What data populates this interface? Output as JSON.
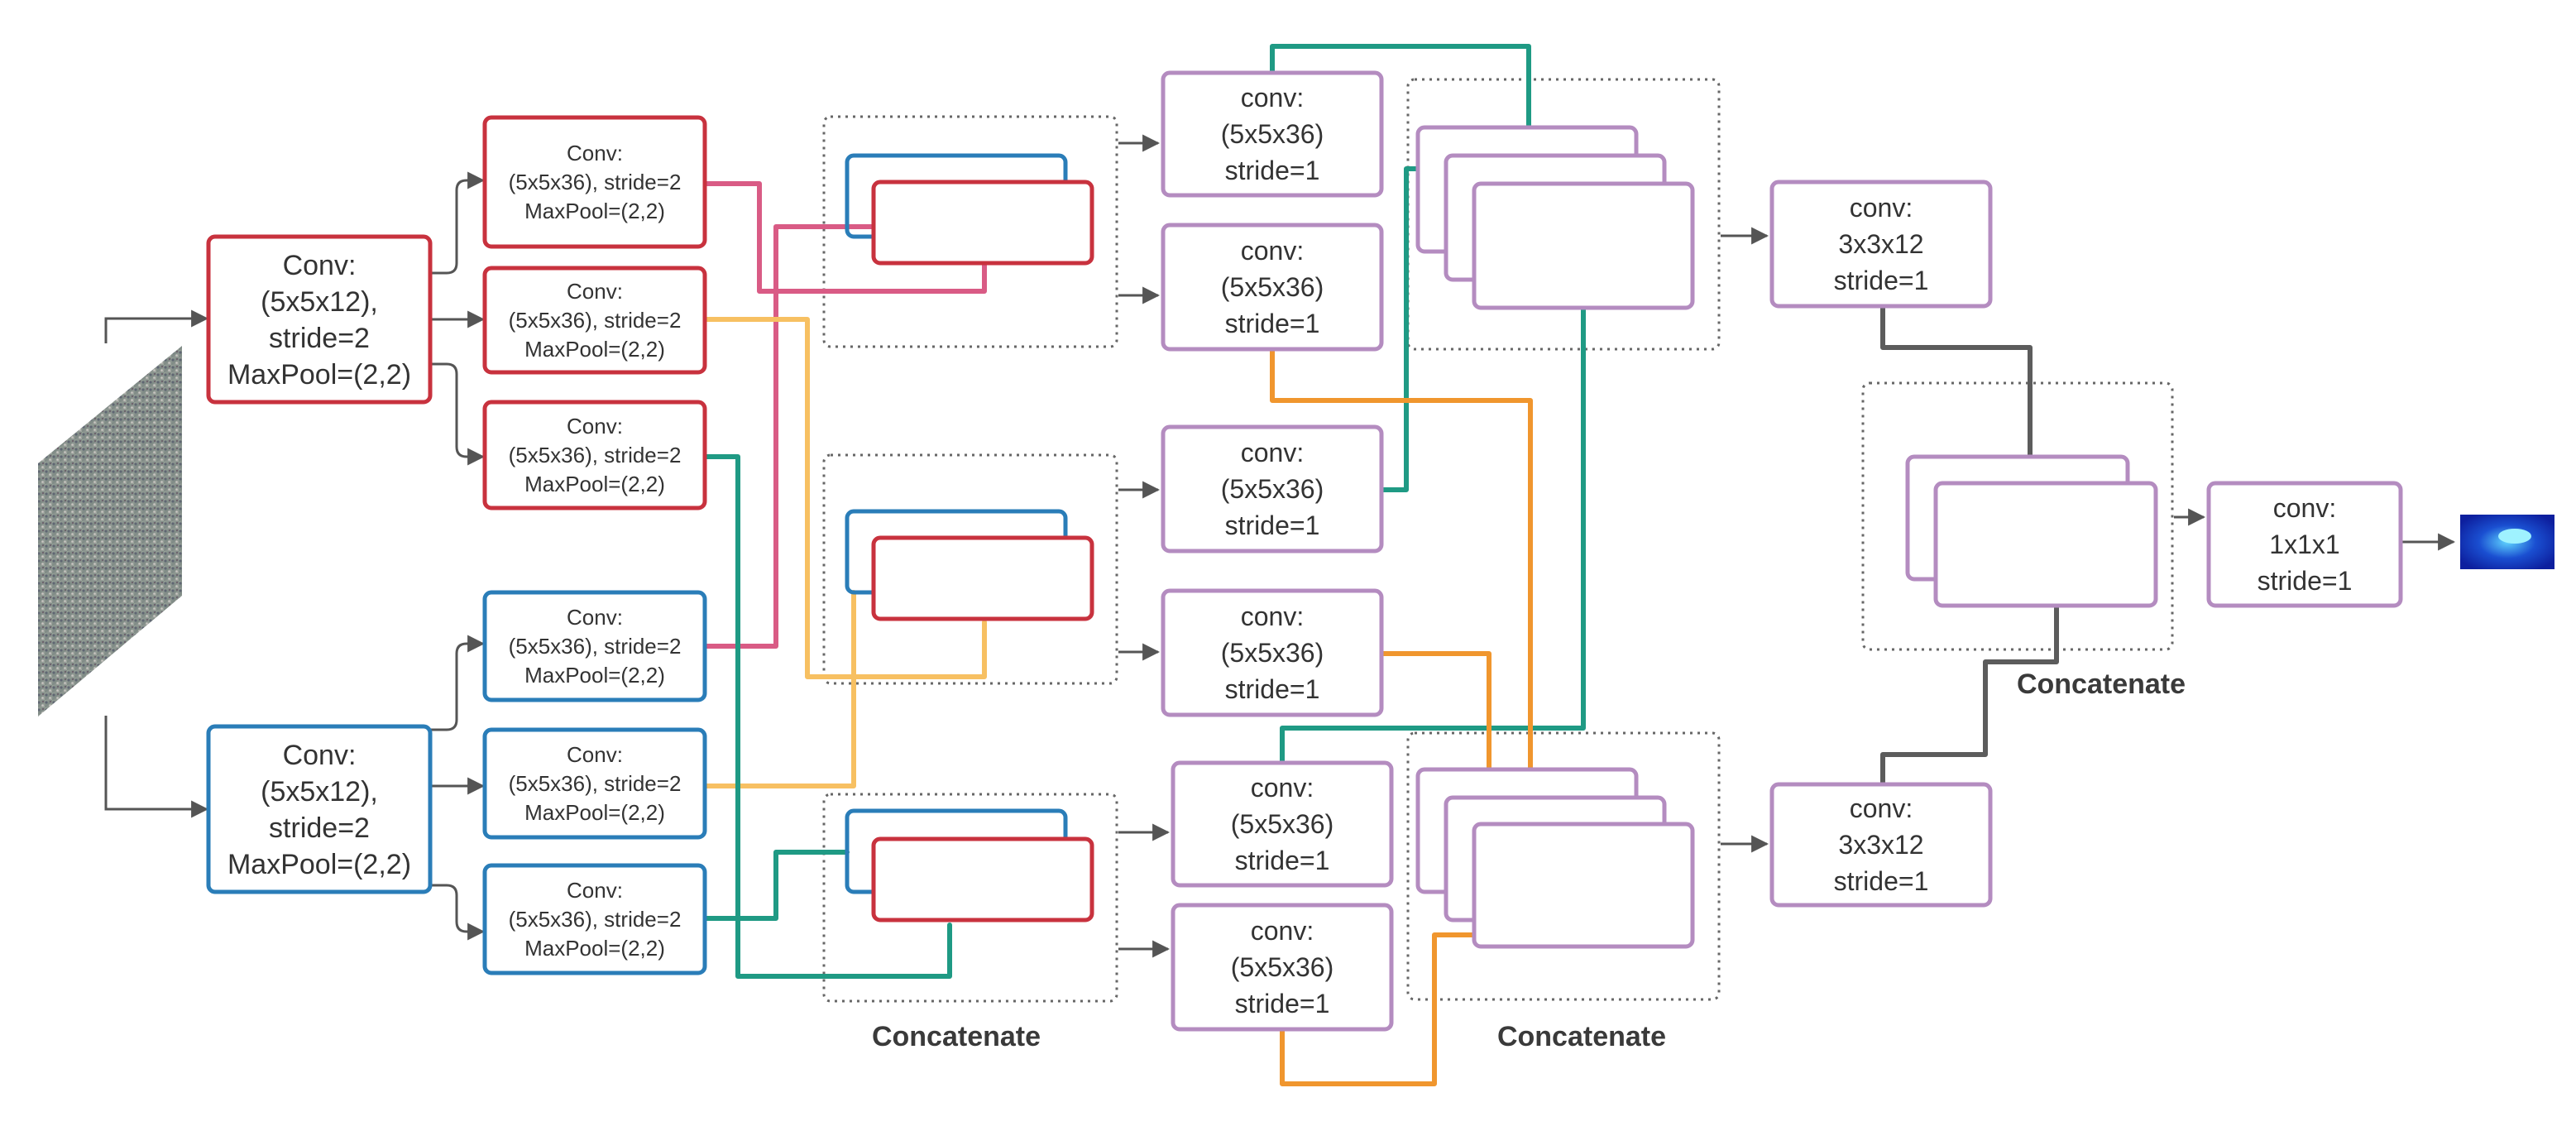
{
  "colors": {
    "red": "#c8323e",
    "blue": "#2a7db8",
    "purple": "#b48cc0",
    "pink": "#d95b85",
    "yellow": "#f7c062",
    "teal": "#1f9a84",
    "orange": "#f0962e",
    "gray": "#5c5c5c",
    "arrow": "#555555",
    "dotted": "#666666"
  },
  "input_image": {
    "icon": "crowd-photo"
  },
  "output_image": {
    "icon": "density-map"
  },
  "red_stem": {
    "lines": [
      "Conv:",
      "(5x5x12),",
      "stride=2",
      "MaxPool=(2,2)"
    ]
  },
  "blue_stem": {
    "lines": [
      "Conv:",
      "(5x5x12),",
      "stride=2",
      "MaxPool=(2,2)"
    ]
  },
  "red_branches": [
    {
      "lines": [
        "Conv:",
        "(5x5x36), stride=2",
        "MaxPool=(2,2)"
      ]
    },
    {
      "lines": [
        "Conv:",
        "(5x5x36), stride=2",
        "MaxPool=(2,2)"
      ]
    },
    {
      "lines": [
        "Conv:",
        "(5x5x36), stride=2",
        "MaxPool=(2,2)"
      ]
    }
  ],
  "blue_branches": [
    {
      "lines": [
        "Conv:",
        "(5x5x36), stride=2",
        "MaxPool=(2,2)"
      ]
    },
    {
      "lines": [
        "Conv:",
        "(5x5x36), stride=2",
        "MaxPool=(2,2)"
      ]
    },
    {
      "lines": [
        "Conv:",
        "(5x5x36), stride=2",
        "MaxPool=(2,2)"
      ]
    }
  ],
  "mid_convs": [
    {
      "lines": [
        "conv:",
        "(5x5x36)",
        "stride=1"
      ]
    },
    {
      "lines": [
        "conv:",
        "(5x5x36)",
        "stride=1"
      ]
    },
    {
      "lines": [
        "conv:",
        "(5x5x36)",
        "stride=1"
      ]
    },
    {
      "lines": [
        "conv:",
        "(5x5x36)",
        "stride=1"
      ]
    },
    {
      "lines": [
        "conv:",
        "(5x5x36)",
        "stride=1"
      ]
    },
    {
      "lines": [
        "conv:",
        "(5x5x36)",
        "stride=1"
      ]
    }
  ],
  "late_convs": [
    {
      "lines": [
        "conv:",
        "3x3x12",
        "stride=1"
      ]
    },
    {
      "lines": [
        "conv:",
        "3x3x12",
        "stride=1"
      ]
    }
  ],
  "final_conv": {
    "lines": [
      "conv:",
      "1x1x1",
      "stride=1"
    ]
  },
  "captions": {
    "concat_left": "Concatenate",
    "concat_mid": "Concatenate",
    "concat_right": "Concatenate"
  }
}
